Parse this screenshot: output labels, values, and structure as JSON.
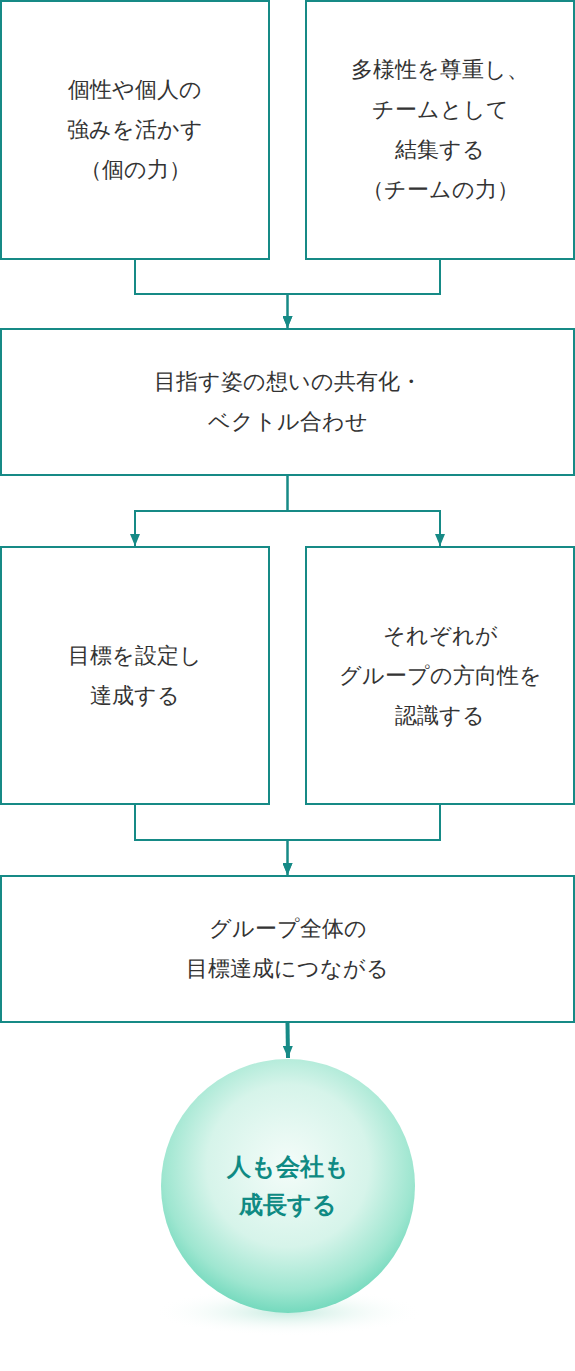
{
  "diagram": {
    "nodes": [
      {
        "text": [
          "個性や個人の 強みを活かす （個の力）"
        ]
      },
      {
        "text": [
          "多様性を尊重し、 チームとして 結集する （チームの力）"
        ]
      },
      {
        "text": [
          "目指す姿の想いの共有化・ ベクトル合わせ"
        ]
      },
      {
        "text": [
          "目標を設定し 達成する"
        ]
      },
      {
        "text": [
          "それぞれが グループの方向性を 認識する"
        ]
      },
      {
        "text": [
          "グループ全体の 目標達成につながる"
        ]
      },
      {
        "text": [
          "人も会社も 成長する"
        ]
      }
    ],
    "edges": [
      {
        "from": 0,
        "to": 2,
        "arrow": "to"
      },
      {
        "from": 1,
        "to": 2,
        "arrow": "to"
      },
      {
        "from": 2,
        "to": 3,
        "arrow": "to"
      },
      {
        "from": 2,
        "to": 4,
        "arrow": "to"
      },
      {
        "from": 3,
        "to": 5,
        "arrow": "to"
      },
      {
        "from": 4,
        "to": 5,
        "arrow": "to"
      },
      {
        "from": 5,
        "to": 6,
        "arrow": "to"
      }
    ]
  }
}
